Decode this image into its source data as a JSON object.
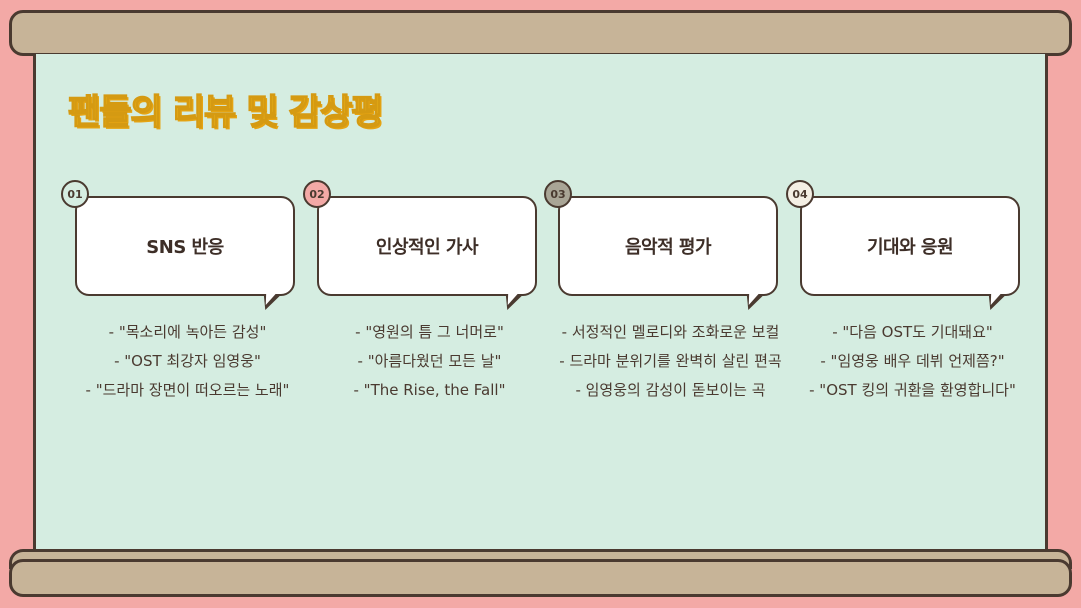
{
  "title": "팬들의 리뷰 및 감상평",
  "colors": {
    "background": "#f3a9a6",
    "paper": "#d5ede1",
    "rod": "#c7b498",
    "outline": "#4a3a30",
    "title": "#f6c21c"
  },
  "cards": [
    {
      "number": "01",
      "badge_color": "#d5ede1",
      "heading": "SNS 반응",
      "items": [
        "- \"목소리에 녹아든 감성\"",
        "- \"OST 최강자 임영웅\"",
        "- \"드라마 장면이 떠오르는 노래\""
      ]
    },
    {
      "number": "02",
      "badge_color": "#f3a9a6",
      "heading": "인상적인 가사",
      "items": [
        "- \"영원의 틈 그 너머로\"",
        "- \"아름다웠던 모든 날\"",
        "- \"The Rise, the Fall\""
      ]
    },
    {
      "number": "03",
      "badge_color": "#a9a596",
      "heading": "음악적 평가",
      "items": [
        "- 서정적인 멜로디와 조화로운 보컬",
        "- 드라마 분위기를 완벽히 살린 편곡",
        "- 임영웅의 감성이 돋보이는 곡"
      ]
    },
    {
      "number": "04",
      "badge_color": "#f4efe4",
      "heading": "기대와 응원",
      "items": [
        "- \"다음 OST도 기대돼요\"",
        "- \"임영웅 배우 데뷔 언제쯤?\"",
        "- \"OST 킹의 귀환을 환영합니다\""
      ]
    }
  ]
}
